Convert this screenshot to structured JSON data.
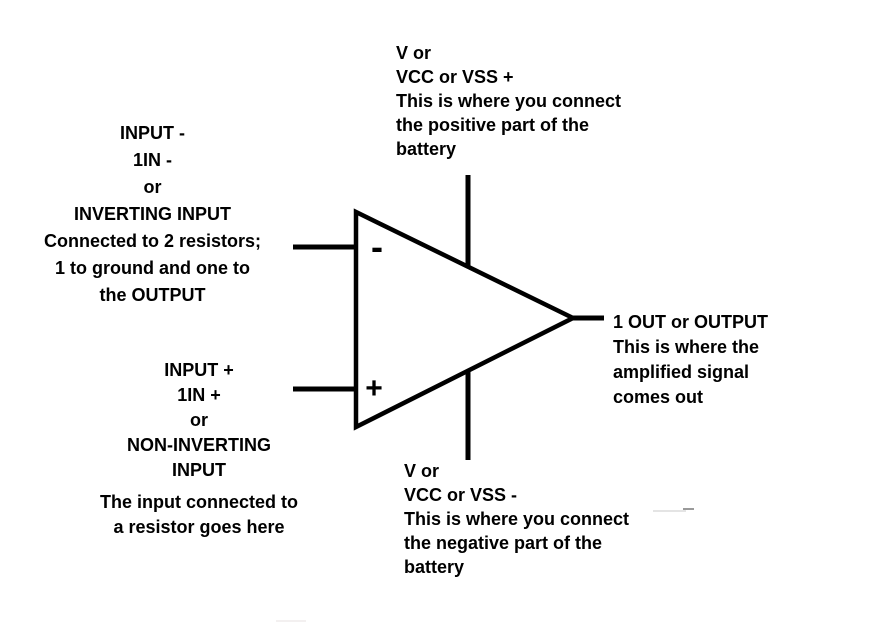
{
  "page": {
    "background_color": "#ffffff",
    "line_color": "#000000",
    "text_color": "#000000"
  },
  "opamp": {
    "inverting_sign": "-",
    "non_inverting_sign": "+"
  },
  "labels": {
    "inverting_input": {
      "names": [
        "INPUT -",
        "1IN -",
        "or",
        "INVERTING INPUT"
      ],
      "description": [
        "Connected to 2 resistors;",
        "1 to ground and one to",
        "the OUTPUT"
      ]
    },
    "non_inverting_input": {
      "names": [
        "INPUT +",
        "1IN +",
        "or",
        "NON-INVERTING",
        "INPUT"
      ],
      "description": [
        "The input connected to",
        "a resistor goes here"
      ]
    },
    "positive_supply": {
      "lines": [
        "V or",
        "VCC or VSS +",
        "This is where you connect",
        "the positive part of the",
        "battery"
      ]
    },
    "negative_supply": {
      "lines": [
        "V or",
        "VCC or VSS -",
        "This is where you connect",
        "the negative part of the",
        "battery"
      ]
    },
    "output": {
      "lines": [
        "1 OUT or OUTPUT",
        "This is where the",
        "amplified signal",
        "comes out"
      ]
    }
  }
}
